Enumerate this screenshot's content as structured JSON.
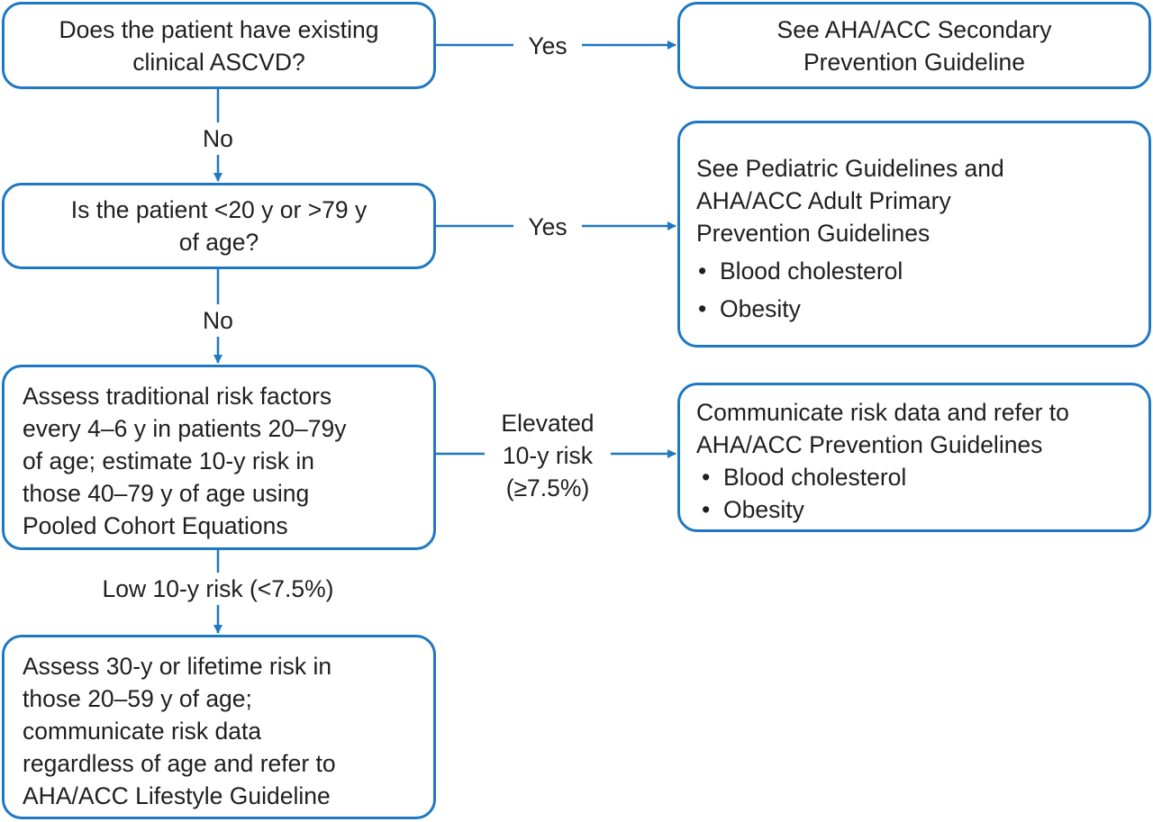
{
  "nodes": {
    "q1": {
      "lines": [
        "Does the patient have existing",
        "clinical ASCVD?"
      ]
    },
    "secondary": {
      "lines": [
        "See AHA/ACC Secondary",
        "Prevention Guideline"
      ]
    },
    "q2": {
      "lines": [
        "Is the patient <20 y or >79 y",
        "of age?"
      ]
    },
    "pediatric": {
      "lines": [
        "See Pediatric Guidelines and",
        "AHA/ACC Adult Primary",
        "Prevention Guidelines"
      ],
      "bullets": [
        "Blood cholesterol",
        "Obesity"
      ]
    },
    "assess": {
      "lines": [
        "Assess traditional risk factors",
        "every 4–6 y in patients 20–79y",
        "of age; estimate 10-y risk in",
        "those 40–79 y of age using",
        "Pooled Cohort Equations"
      ]
    },
    "communicate": {
      "lines": [
        "Communicate risk data and refer to",
        "AHA/ACC Prevention Guidelines"
      ],
      "bullets": [
        "Blood cholesterol",
        "Obesity"
      ]
    },
    "lifetime": {
      "lines": [
        "Assess 30-y or lifetime risk in",
        "those 20–59 y of age;",
        "communicate risk data",
        "regardless of age and refer to",
        "AHA/ACC Lifestyle Guideline"
      ]
    }
  },
  "edges": {
    "q1_yes": "Yes",
    "q1_no": "No",
    "q2_yes": "Yes",
    "q2_no": "No",
    "elevated": [
      "Elevated",
      "10-y risk",
      "(≥7.5%)"
    ],
    "low": "Low 10-y risk (<7.5%)"
  },
  "colors": {
    "accent": "#1f78c1",
    "text": "#1f1f1f"
  }
}
